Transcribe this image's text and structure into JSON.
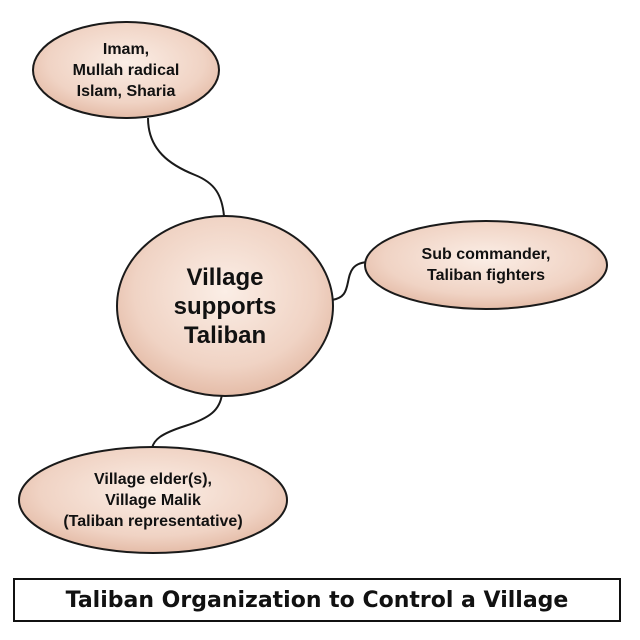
{
  "diagram": {
    "center": {
      "lines": [
        "Village",
        "supports",
        "Taliban"
      ]
    },
    "nodes": {
      "imam": {
        "lines": [
          "Imam,",
          "Mullah radical",
          "Islam, Sharia"
        ]
      },
      "subcommander": {
        "lines": [
          "Sub commander,",
          "Taliban fighters"
        ]
      },
      "elder": {
        "lines": [
          "Village elder(s),",
          "Village Malik",
          "(Taliban representative)"
        ]
      }
    },
    "title": "Taliban Organization to Control a Village"
  },
  "colors": {
    "ellipse_fill_light": "#fbeee6",
    "ellipse_fill_dark": "#e8c3b0",
    "ellipse_stroke": "#1a1a1a",
    "text": "#111111"
  }
}
